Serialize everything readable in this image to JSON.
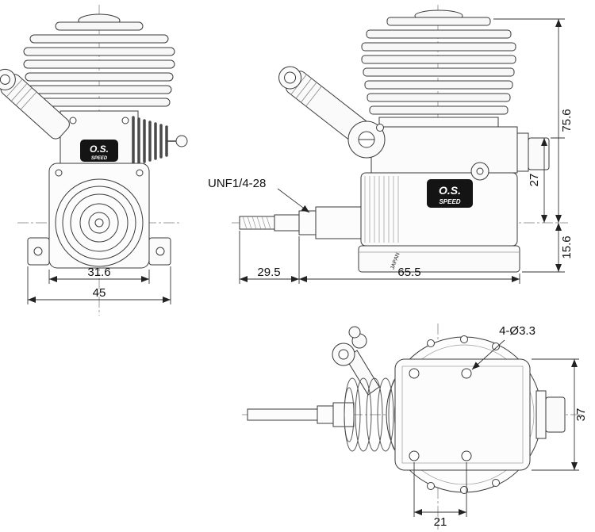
{
  "drawing": {
    "type": "engine-three-view-dimension-drawing",
    "labels": {
      "front_width_inner": "31.6",
      "front_width_outer": "45",
      "thread": "UNF1/4-28",
      "shaft_length": "29.5",
      "case_length": "65.5",
      "height_total": "75.6",
      "height_boss_to_crank": "27",
      "height_lower": "15.6",
      "mount_holes": "4-Ø3.3",
      "top_width": "37",
      "hole_spacing": "21"
    },
    "engine_markings": {
      "brand": "O.S.",
      "series": "SPEED",
      "origin": "JAPAN"
    },
    "colors": {
      "line": "#3a3a3a",
      "background": "#ffffff",
      "logo_background": "#141414",
      "logo_text": "#ffffff"
    }
  }
}
